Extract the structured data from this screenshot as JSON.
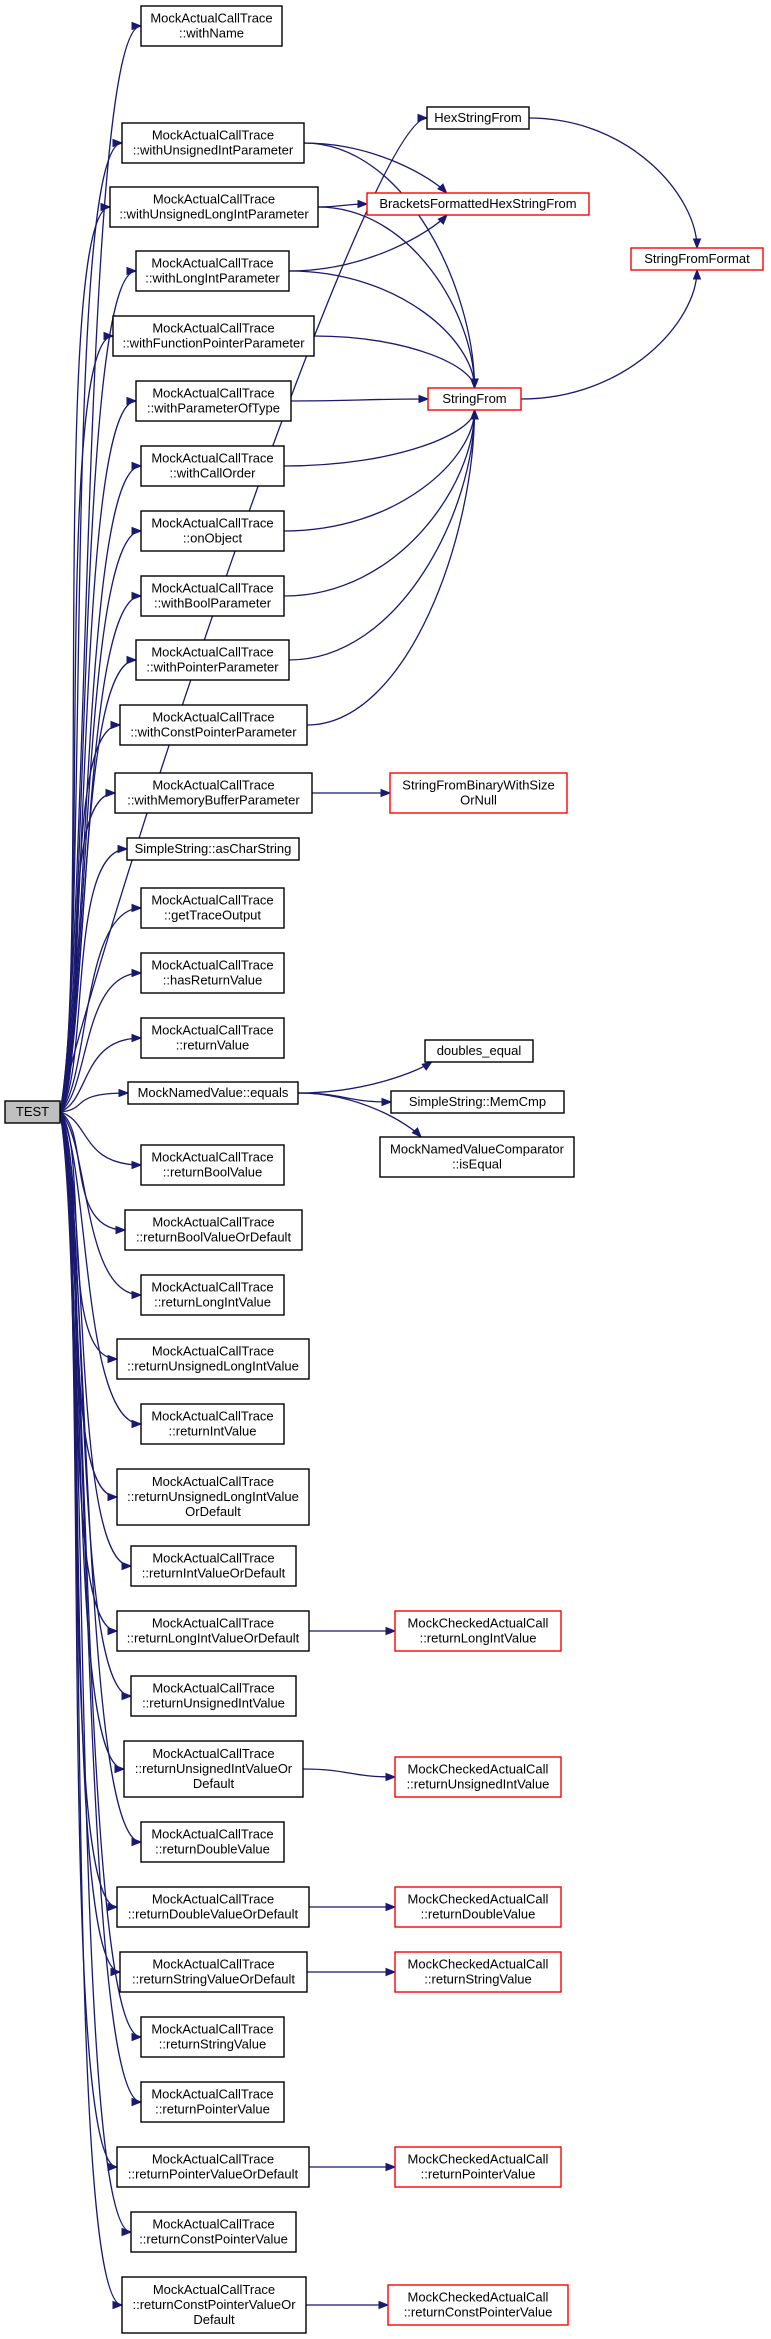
{
  "diagram": {
    "nodes": [
      {
        "id": "test",
        "lines": [
          "TEST"
        ],
        "style": "grey"
      },
      {
        "id": "withName",
        "lines": [
          "MockActualCallTrace",
          "::withName"
        ],
        "style": "black"
      },
      {
        "id": "hexStringFrom",
        "lines": [
          "HexStringFrom"
        ],
        "style": "black"
      },
      {
        "id": "withUnsignedIntParameter",
        "lines": [
          "MockActualCallTrace",
          "::withUnsignedIntParameter"
        ],
        "style": "black"
      },
      {
        "id": "bracketsFormatted",
        "lines": [
          "BracketsFormattedHexStringFrom"
        ],
        "style": "red"
      },
      {
        "id": "withUnsignedLongIntParameter",
        "lines": [
          "MockActualCallTrace",
          "::withUnsignedLongIntParameter"
        ],
        "style": "black"
      },
      {
        "id": "stringFromFormat",
        "lines": [
          "StringFromFormat"
        ],
        "style": "red"
      },
      {
        "id": "withLongIntParameter",
        "lines": [
          "MockActualCallTrace",
          "::withLongIntParameter"
        ],
        "style": "black"
      },
      {
        "id": "withFunctionPointerParameter",
        "lines": [
          "MockActualCallTrace",
          "::withFunctionPointerParameter"
        ],
        "style": "black"
      },
      {
        "id": "withParameterOfType",
        "lines": [
          "MockActualCallTrace",
          "::withParameterOfType"
        ],
        "style": "black"
      },
      {
        "id": "stringFrom",
        "lines": [
          "StringFrom"
        ],
        "style": "red"
      },
      {
        "id": "withCallOrder",
        "lines": [
          "MockActualCallTrace",
          "::withCallOrder"
        ],
        "style": "black"
      },
      {
        "id": "onObject",
        "lines": [
          "MockActualCallTrace",
          "::onObject"
        ],
        "style": "black"
      },
      {
        "id": "withBoolParameter",
        "lines": [
          "MockActualCallTrace",
          "::withBoolParameter"
        ],
        "style": "black"
      },
      {
        "id": "withPointerParameter",
        "lines": [
          "MockActualCallTrace",
          "::withPointerParameter"
        ],
        "style": "black"
      },
      {
        "id": "withConstPointerParameter",
        "lines": [
          "MockActualCallTrace",
          "::withConstPointerParameter"
        ],
        "style": "black"
      },
      {
        "id": "withMemoryBufferParameter",
        "lines": [
          "MockActualCallTrace",
          "::withMemoryBufferParameter"
        ],
        "style": "black"
      },
      {
        "id": "stringFromBinary",
        "lines": [
          "StringFromBinaryWithSize",
          "OrNull"
        ],
        "style": "red"
      },
      {
        "id": "asCharString",
        "lines": [
          "SimpleString::asCharString"
        ],
        "style": "black"
      },
      {
        "id": "getTraceOutput",
        "lines": [
          "MockActualCallTrace",
          "::getTraceOutput"
        ],
        "style": "black"
      },
      {
        "id": "hasReturnValue",
        "lines": [
          "MockActualCallTrace",
          "::hasReturnValue"
        ],
        "style": "black"
      },
      {
        "id": "returnValue",
        "lines": [
          "MockActualCallTrace",
          "::returnValue"
        ],
        "style": "black"
      },
      {
        "id": "doublesEqual",
        "lines": [
          "doubles_equal"
        ],
        "style": "black"
      },
      {
        "id": "mockNamedValueEquals",
        "lines": [
          "MockNamedValue::equals"
        ],
        "style": "black"
      },
      {
        "id": "memCmp",
        "lines": [
          "SimpleString::MemCmp"
        ],
        "style": "black"
      },
      {
        "id": "comparatorIsEqual",
        "lines": [
          "MockNamedValueComparator",
          "::isEqual"
        ],
        "style": "black"
      },
      {
        "id": "returnBoolValue",
        "lines": [
          "MockActualCallTrace",
          "::returnBoolValue"
        ],
        "style": "black"
      },
      {
        "id": "returnBoolValueOrDefault",
        "lines": [
          "MockActualCallTrace",
          "::returnBoolValueOrDefault"
        ],
        "style": "black"
      },
      {
        "id": "returnLongIntValue",
        "lines": [
          "MockActualCallTrace",
          "::returnLongIntValue"
        ],
        "style": "black"
      },
      {
        "id": "returnUnsignedLongIntValue",
        "lines": [
          "MockActualCallTrace",
          "::returnUnsignedLongIntValue"
        ],
        "style": "black"
      },
      {
        "id": "returnIntValue",
        "lines": [
          "MockActualCallTrace",
          "::returnIntValue"
        ],
        "style": "black"
      },
      {
        "id": "returnUnsignedLongIntValueOrDefault",
        "lines": [
          "MockActualCallTrace",
          "::returnUnsignedLongIntValue",
          "OrDefault"
        ],
        "style": "black"
      },
      {
        "id": "returnIntValueOrDefault",
        "lines": [
          "MockActualCallTrace",
          "::returnIntValueOrDefault"
        ],
        "style": "black"
      },
      {
        "id": "returnLongIntValueOrDefault",
        "lines": [
          "MockActualCallTrace",
          "::returnLongIntValueOrDefault"
        ],
        "style": "black"
      },
      {
        "id": "checkedReturnLongIntValue",
        "lines": [
          "MockCheckedActualCall",
          "::returnLongIntValue"
        ],
        "style": "red"
      },
      {
        "id": "returnUnsignedIntValue",
        "lines": [
          "MockActualCallTrace",
          "::returnUnsignedIntValue"
        ],
        "style": "black"
      },
      {
        "id": "returnUnsignedIntValueOrDefault",
        "lines": [
          "MockActualCallTrace",
          "::returnUnsignedIntValueOr",
          "Default"
        ],
        "style": "black"
      },
      {
        "id": "checkedReturnUnsignedIntValue",
        "lines": [
          "MockCheckedActualCall",
          "::returnUnsignedIntValue"
        ],
        "style": "red"
      },
      {
        "id": "returnDoubleValue",
        "lines": [
          "MockActualCallTrace",
          "::returnDoubleValue"
        ],
        "style": "black"
      },
      {
        "id": "returnDoubleValueOrDefault",
        "lines": [
          "MockActualCallTrace",
          "::returnDoubleValueOrDefault"
        ],
        "style": "black"
      },
      {
        "id": "checkedReturnDoubleValue",
        "lines": [
          "MockCheckedActualCall",
          "::returnDoubleValue"
        ],
        "style": "red"
      },
      {
        "id": "returnStringValueOrDefault",
        "lines": [
          "MockActualCallTrace",
          "::returnStringValueOrDefault"
        ],
        "style": "black"
      },
      {
        "id": "checkedReturnStringValue",
        "lines": [
          "MockCheckedActualCall",
          "::returnStringValue"
        ],
        "style": "red"
      },
      {
        "id": "returnStringValue",
        "lines": [
          "MockActualCallTrace",
          "::returnStringValue"
        ],
        "style": "black"
      },
      {
        "id": "returnPointerValue",
        "lines": [
          "MockActualCallTrace",
          "::returnPointerValue"
        ],
        "style": "black"
      },
      {
        "id": "returnPointerValueOrDefault",
        "lines": [
          "MockActualCallTrace",
          "::returnPointerValueOrDefault"
        ],
        "style": "black"
      },
      {
        "id": "checkedReturnPointerValue",
        "lines": [
          "MockCheckedActualCall",
          "::returnPointerValue"
        ],
        "style": "red"
      },
      {
        "id": "returnConstPointerValue",
        "lines": [
          "MockActualCallTrace",
          "::returnConstPointerValue"
        ],
        "style": "black"
      },
      {
        "id": "returnConstPointerValueOrDefault",
        "lines": [
          "MockActualCallTrace",
          "::returnConstPointerValueOr",
          "Default"
        ],
        "style": "black"
      },
      {
        "id": "checkedReturnConstPointerValue",
        "lines": [
          "MockCheckedActualCall",
          "::returnConstPointerValue"
        ],
        "style": "red"
      }
    ],
    "edges": [
      [
        "test",
        "withName"
      ],
      [
        "test",
        "hexStringFrom"
      ],
      [
        "test",
        "withUnsignedIntParameter"
      ],
      [
        "test",
        "withUnsignedLongIntParameter"
      ],
      [
        "test",
        "withLongIntParameter"
      ],
      [
        "test",
        "withFunctionPointerParameter"
      ],
      [
        "test",
        "withParameterOfType"
      ],
      [
        "test",
        "withCallOrder"
      ],
      [
        "test",
        "onObject"
      ],
      [
        "test",
        "withBoolParameter"
      ],
      [
        "test",
        "withPointerParameter"
      ],
      [
        "test",
        "withConstPointerParameter"
      ],
      [
        "test",
        "withMemoryBufferParameter"
      ],
      [
        "test",
        "asCharString"
      ],
      [
        "test",
        "getTraceOutput"
      ],
      [
        "test",
        "hasReturnValue"
      ],
      [
        "test",
        "returnValue"
      ],
      [
        "test",
        "mockNamedValueEquals"
      ],
      [
        "test",
        "returnBoolValue"
      ],
      [
        "test",
        "returnBoolValueOrDefault"
      ],
      [
        "test",
        "returnLongIntValue"
      ],
      [
        "test",
        "returnUnsignedLongIntValue"
      ],
      [
        "test",
        "returnIntValue"
      ],
      [
        "test",
        "returnUnsignedLongIntValueOrDefault"
      ],
      [
        "test",
        "returnIntValueOrDefault"
      ],
      [
        "test",
        "returnLongIntValueOrDefault"
      ],
      [
        "test",
        "returnUnsignedIntValue"
      ],
      [
        "test",
        "returnUnsignedIntValueOrDefault"
      ],
      [
        "test",
        "returnDoubleValue"
      ],
      [
        "test",
        "returnDoubleValueOrDefault"
      ],
      [
        "test",
        "returnStringValueOrDefault"
      ],
      [
        "test",
        "returnStringValue"
      ],
      [
        "test",
        "returnPointerValue"
      ],
      [
        "test",
        "returnPointerValueOrDefault"
      ],
      [
        "test",
        "returnConstPointerValue"
      ],
      [
        "test",
        "returnConstPointerValueOrDefault"
      ],
      [
        "hexStringFrom",
        "stringFromFormat"
      ],
      [
        "withUnsignedIntParameter",
        "bracketsFormatted"
      ],
      [
        "withUnsignedIntParameter",
        "stringFrom"
      ],
      [
        "withUnsignedLongIntParameter",
        "bracketsFormatted"
      ],
      [
        "withUnsignedLongIntParameter",
        "stringFrom"
      ],
      [
        "withLongIntParameter",
        "bracketsFormatted"
      ],
      [
        "withLongIntParameter",
        "stringFrom"
      ],
      [
        "withFunctionPointerParameter",
        "stringFrom"
      ],
      [
        "withParameterOfType",
        "stringFrom"
      ],
      [
        "withCallOrder",
        "stringFrom"
      ],
      [
        "onObject",
        "stringFrom"
      ],
      [
        "withBoolParameter",
        "stringFrom"
      ],
      [
        "withPointerParameter",
        "stringFrom"
      ],
      [
        "withConstPointerParameter",
        "stringFrom"
      ],
      [
        "stringFrom",
        "stringFromFormat"
      ],
      [
        "withMemoryBufferParameter",
        "stringFromBinary"
      ],
      [
        "mockNamedValueEquals",
        "doublesEqual"
      ],
      [
        "mockNamedValueEquals",
        "memCmp"
      ],
      [
        "mockNamedValueEquals",
        "comparatorIsEqual"
      ],
      [
        "returnLongIntValueOrDefault",
        "checkedReturnLongIntValue"
      ],
      [
        "returnUnsignedIntValueOrDefault",
        "checkedReturnUnsignedIntValue"
      ],
      [
        "returnDoubleValueOrDefault",
        "checkedReturnDoubleValue"
      ],
      [
        "returnStringValueOrDefault",
        "checkedReturnStringValue"
      ],
      [
        "returnPointerValueOrDefault",
        "checkedReturnPointerValue"
      ],
      [
        "returnConstPointerValueOrDefault",
        "checkedReturnConstPointerValue"
      ]
    ]
  }
}
